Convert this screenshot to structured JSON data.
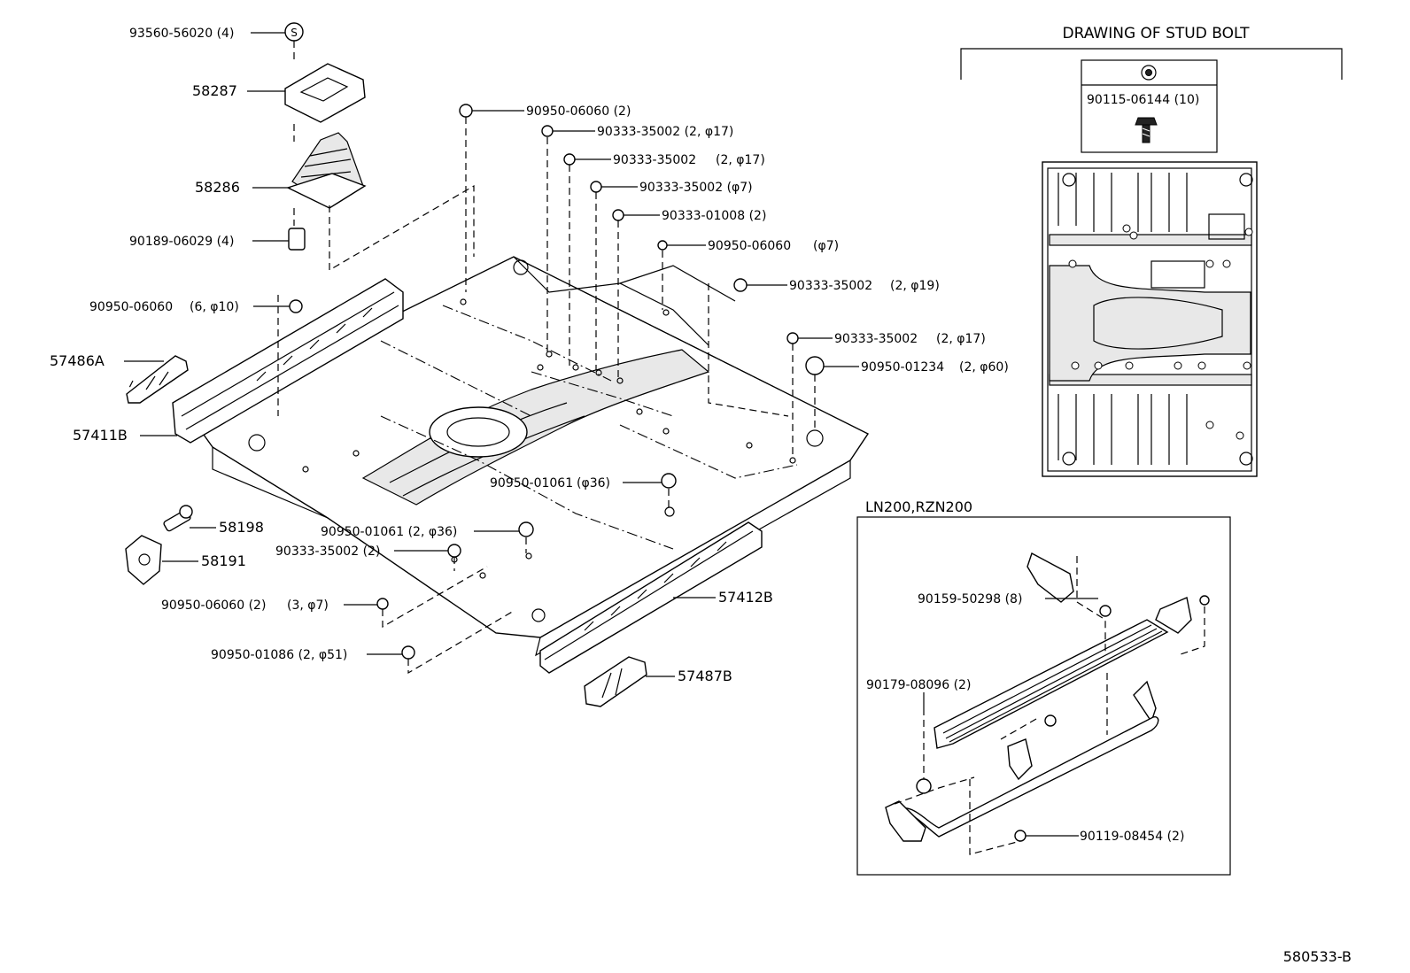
{
  "header": {
    "stud_bolt_title": "DRAWING OF STUD BOLT",
    "stud_bolt_part": "90115-06144 (10)"
  },
  "inset": {
    "title": "LN200,RZN200"
  },
  "footer": {
    "diagram_code": "580533-B"
  },
  "callouts": {
    "p93560": "93560-56020 (4)",
    "p58287": "58287",
    "p58286": "58286",
    "p90189": "90189-06029 (4)",
    "p90950_06060_6": "90950-06060",
    "p90950_06060_6_spec": "(6, φ10)",
    "p57486A": "57486A",
    "p57411B": "57411B",
    "p58198": "58198",
    "p58191": "58191",
    "p90950_06060_2": "90950-06060 (2)",
    "p90950_06060_2_spec": "(3, φ7)",
    "p90950_01086": "90950-01086 (2, φ51)",
    "p90950_01061_2": "90950-01061 (2, φ36)",
    "p90333_35002_2": "90333-35002 (2)",
    "p90950_01061": "90950-01061",
    "p90950_01061_spec": "(φ36)",
    "p57412B": "57412B",
    "p57487B": "57487B",
    "p90950_06060_top": "90950-06060 (2)",
    "p90333_a": "90333-35002 (2, φ17)",
    "p90333_b": "90333-35002",
    "p90333_b_spec": "(2, φ17)",
    "p90333_c": "90333-35002 (φ7)",
    "p90333_01008": "90333-01008 (2)",
    "p90950_06060_d7": "90950-06060",
    "p90950_06060_d7_spec": "(φ7)",
    "p90333_d": "90333-35002",
    "p90333_d_spec": "(2, φ19)",
    "p90333_e": "90333-35002",
    "p90333_e_spec": "(2, φ17)",
    "p90950_01234": "90950-01234",
    "p90950_01234_spec": "(2, φ60)",
    "p90159": "90159-50298 (8)",
    "p90179": "90179-08096 (2)",
    "p90119": "90119-08454 (2)"
  },
  "icons": {
    "s_symbol": "S",
    "stud_symbol": "stud-bolt-marker-icon"
  }
}
